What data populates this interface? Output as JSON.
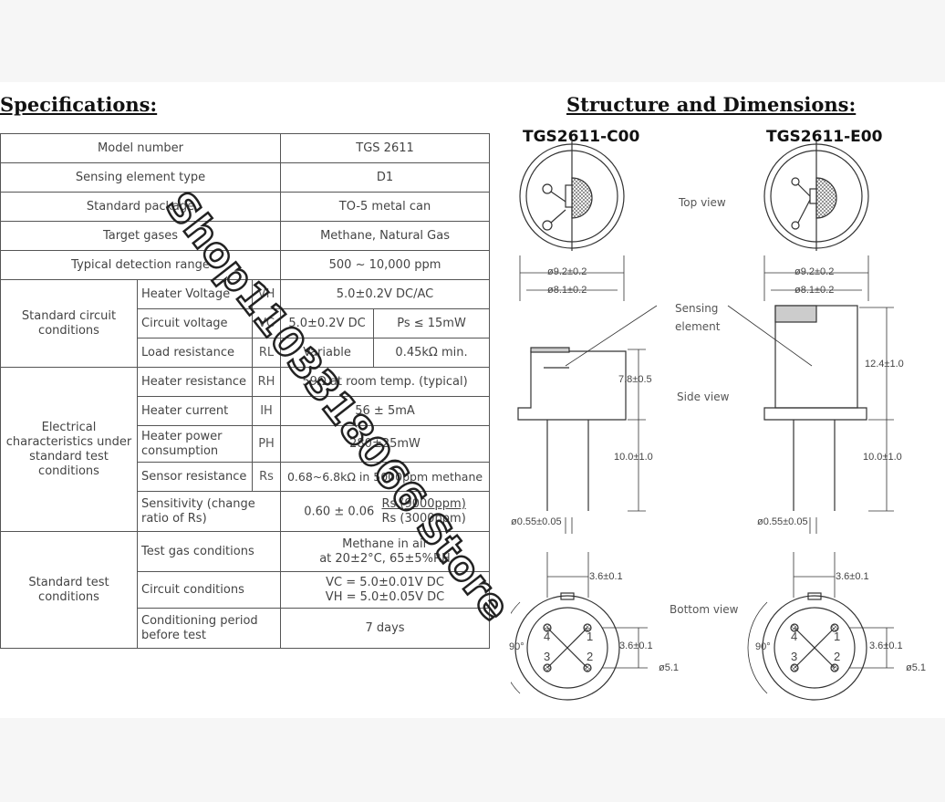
{
  "headings": {
    "specifications": "Specifications:",
    "structure": "Structure and Dimensions:"
  },
  "spec": {
    "model_number": {
      "label": "Model number",
      "value": "TGS 2611"
    },
    "sensing_element_type": {
      "label": "Sensing element type",
      "value": "D1"
    },
    "standard_package": {
      "label": "Standard package",
      "value": "TO-5 metal can"
    },
    "target_gases": {
      "label": "Target gases",
      "value": "Methane, Natural Gas"
    },
    "detection_range": {
      "label": "Typical detection range",
      "value": "500 ~ 10,000 ppm"
    },
    "circuit_group": {
      "label": "Standard circuit conditions",
      "heater_voltage": {
        "label": "Heater Voltage",
        "symbol": "VH",
        "value": "5.0±0.2V DC/AC"
      },
      "circuit_voltage": {
        "label": "Circuit voltage",
        "symbol": "VC",
        "value": "5.0±0.2V DC",
        "value2": "Ps ≤ 15mW"
      },
      "load_resistance": {
        "label": "Load resistance",
        "symbol": "RL",
        "value": "Variable",
        "value2": "0.45kΩ min."
      }
    },
    "electrical_group": {
      "label": "Electrical characteristics under standard test conditions",
      "heater_resistance": {
        "label": "Heater resistance",
        "symbol": "RH",
        "value": "59Ω at room temp. (typical)"
      },
      "heater_current": {
        "label": "Heater current",
        "symbol": "IH",
        "value": "56 ± 5mA"
      },
      "heater_power": {
        "label": "Heater power consumption",
        "symbol": "PH",
        "value": "280±25mW"
      },
      "sensor_resistance": {
        "label": "Sensor resistance",
        "symbol": "Rs",
        "value": "0.68~6.8kΩ in 5000ppm methane"
      },
      "sensitivity": {
        "label": "Sensitivity (change ratio of Rs)",
        "value_prefix": "0.60 ± 0.06",
        "numerator": "Rs (9000ppm)",
        "denominator": "Rs (3000ppm)"
      }
    },
    "test_group": {
      "label": "Standard test conditions",
      "test_gas": {
        "label": "Test gas conditions",
        "line1": "Methane in air",
        "line2": "at 20±2°C, 65±5%RH"
      },
      "circuit_conditions": {
        "label": "Circuit conditions",
        "line1": "VC = 5.0±0.01V DC",
        "line2": "VH = 5.0±0.05V DC"
      },
      "conditioning": {
        "label": "Conditioning period before test",
        "value": "7 days"
      }
    }
  },
  "diagram": {
    "model_c": "TGS2611-C00",
    "model_e": "TGS2611-E00",
    "top_view": "Top view",
    "side_view": "Side view",
    "bottom_view": "Bottom view",
    "sensing_element": "Sensing element",
    "dim_outer": "ø9.2±0.2",
    "dim_inner": "ø8.1±0.2",
    "dim_cap_c": "7.8±0.5",
    "dim_cap_e": "12.4±1.0",
    "dim_pin": "10.0±1.0",
    "dim_pin_dia": "ø0.55±0.05",
    "dim_pitch": "3.6±0.1",
    "dim_circle": "ø5.1",
    "angle": "90°",
    "pins": [
      "1",
      "2",
      "3",
      "4"
    ]
  },
  "watermark": "Shop1103318066 Store"
}
